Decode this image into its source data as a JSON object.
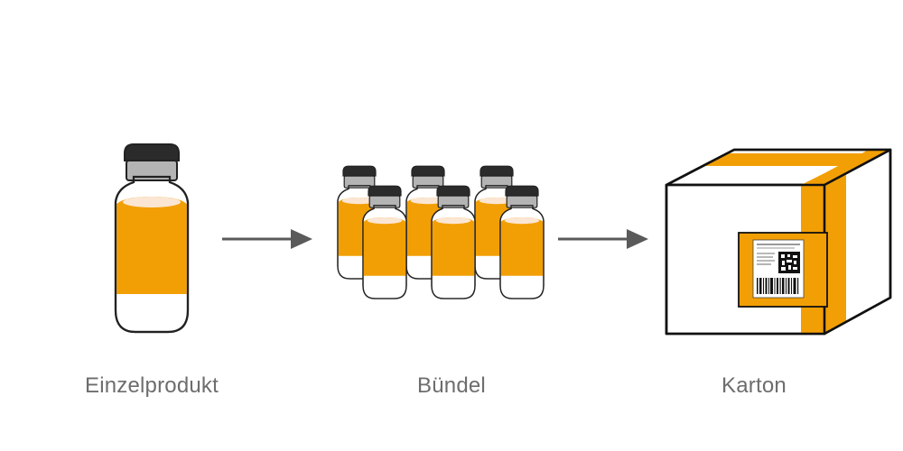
{
  "steps": [
    {
      "label": "Einzelprodukt",
      "icon": "vial-icon"
    },
    {
      "label": "Bündel",
      "icon": "vial-bundle-icon"
    },
    {
      "label": "Karton",
      "icon": "shipping-carton-icon"
    }
  ],
  "colors": {
    "vial_fill": "#f29f05",
    "cap": "#2b2b2b",
    "collar": "#b4b4b4",
    "arrow": "#5a5a5a",
    "outline": "#111111",
    "caption": "#6d6d6d"
  }
}
